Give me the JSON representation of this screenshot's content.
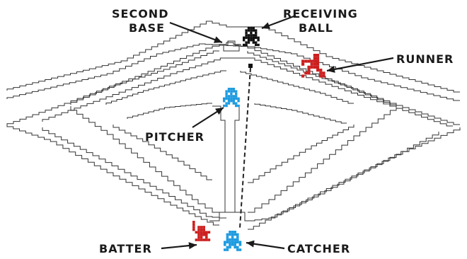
{
  "labels": {
    "second_base_line1": "SECOND",
    "second_base_line2": "BASE",
    "receiving_ball_line1": "RECEIVING",
    "receiving_ball_line2": "BALL",
    "runner": "RUNNER",
    "pitcher": "PITCHER",
    "batter": "BATTER",
    "catcher": "CATCHER"
  },
  "players": {
    "receiving_player": {
      "icon": "fielder-sprite",
      "color": "#111111"
    },
    "runner": {
      "icon": "runner-sprite",
      "color": "#cc1f1f"
    },
    "pitcher": {
      "icon": "fielder-sprite",
      "color": "#1e9be0"
    },
    "catcher": {
      "icon": "fielder-sprite",
      "color": "#1e9be0"
    },
    "batter": {
      "icon": "batter-sprite",
      "color": "#cc1f1f"
    }
  },
  "colors": {
    "field_lines": "#333333",
    "text": "#1a1a1a",
    "ball_path": "#222222"
  }
}
